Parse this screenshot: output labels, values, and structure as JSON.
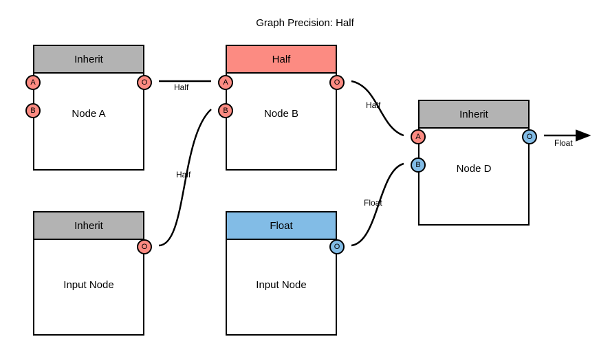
{
  "title": "Graph Precision: Half",
  "colors": {
    "inherit_header": "#b3b3b3",
    "half_header": "#fc8b82",
    "float_header": "#82bce6",
    "port_half": "#fc8b82",
    "port_float": "#82bce6",
    "outline": "#000000",
    "background": "#ffffff"
  },
  "nodes": [
    {
      "id": "node-a",
      "header": "Inherit",
      "label": "Node A",
      "ports": [
        {
          "id": "a",
          "letter": "A",
          "type": "half"
        },
        {
          "id": "b",
          "letter": "B",
          "type": "half"
        },
        {
          "id": "o",
          "letter": "O",
          "type": "half"
        }
      ]
    },
    {
      "id": "node-b",
      "header": "Half",
      "label": "Node B",
      "ports": [
        {
          "id": "a",
          "letter": "A",
          "type": "half"
        },
        {
          "id": "b",
          "letter": "B",
          "type": "half"
        },
        {
          "id": "o",
          "letter": "O",
          "type": "half"
        }
      ]
    },
    {
      "id": "node-d",
      "header": "Inherit",
      "label": "Node D",
      "ports": [
        {
          "id": "a",
          "letter": "A",
          "type": "half"
        },
        {
          "id": "b",
          "letter": "B",
          "type": "float"
        },
        {
          "id": "o",
          "letter": "O",
          "type": "float"
        }
      ]
    },
    {
      "id": "input-node-left",
      "header": "Inherit",
      "label": "Input Node",
      "ports": [
        {
          "id": "o",
          "letter": "O",
          "type": "half"
        }
      ]
    },
    {
      "id": "input-node-middle",
      "header": "Float",
      "label": "Input Node",
      "ports": [
        {
          "id": "o",
          "letter": "O",
          "type": "float"
        }
      ]
    }
  ],
  "edges": [
    {
      "id": "edge-a-to-b",
      "label": "Half",
      "from": "node-a.o",
      "to": "node-b.a"
    },
    {
      "id": "edge-inputleft-to-b",
      "label": "Half",
      "from": "input-node-left.o",
      "to": "node-b.b"
    },
    {
      "id": "edge-b-to-d",
      "label": "Half",
      "from": "node-b.o",
      "to": "node-d.a"
    },
    {
      "id": "edge-inputmiddle-to-d",
      "label": "Float",
      "from": "input-node-middle.o",
      "to": "node-d.b"
    },
    {
      "id": "edge-d-output",
      "label": "Float",
      "from": "node-d.o",
      "to": "output"
    }
  ]
}
